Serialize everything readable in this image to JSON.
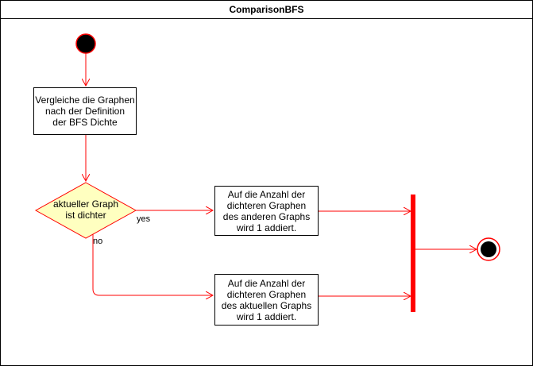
{
  "diagram": {
    "title": "ComparisonBFS",
    "actions": {
      "compare": "Vergleiche die Graphen\nnach der Definition\nder BFS Dichte",
      "add_other": "Auf die Anzahl der\ndichteren Graphen\ndes anderen Graphs\nwird 1 addiert.",
      "add_current": "Auf die Anzahl der\ndichteren Graphen\ndes aktuellen Graphs\nwird 1 addiert."
    },
    "decision": {
      "label": "aktueller Graph\nist dichter",
      "yes": "yes",
      "no": "no"
    },
    "colors": {
      "stroke": "#ff0000",
      "node_fill": "#000000",
      "decision_fill": "#ffffc0",
      "bar": "#ff0000"
    }
  }
}
